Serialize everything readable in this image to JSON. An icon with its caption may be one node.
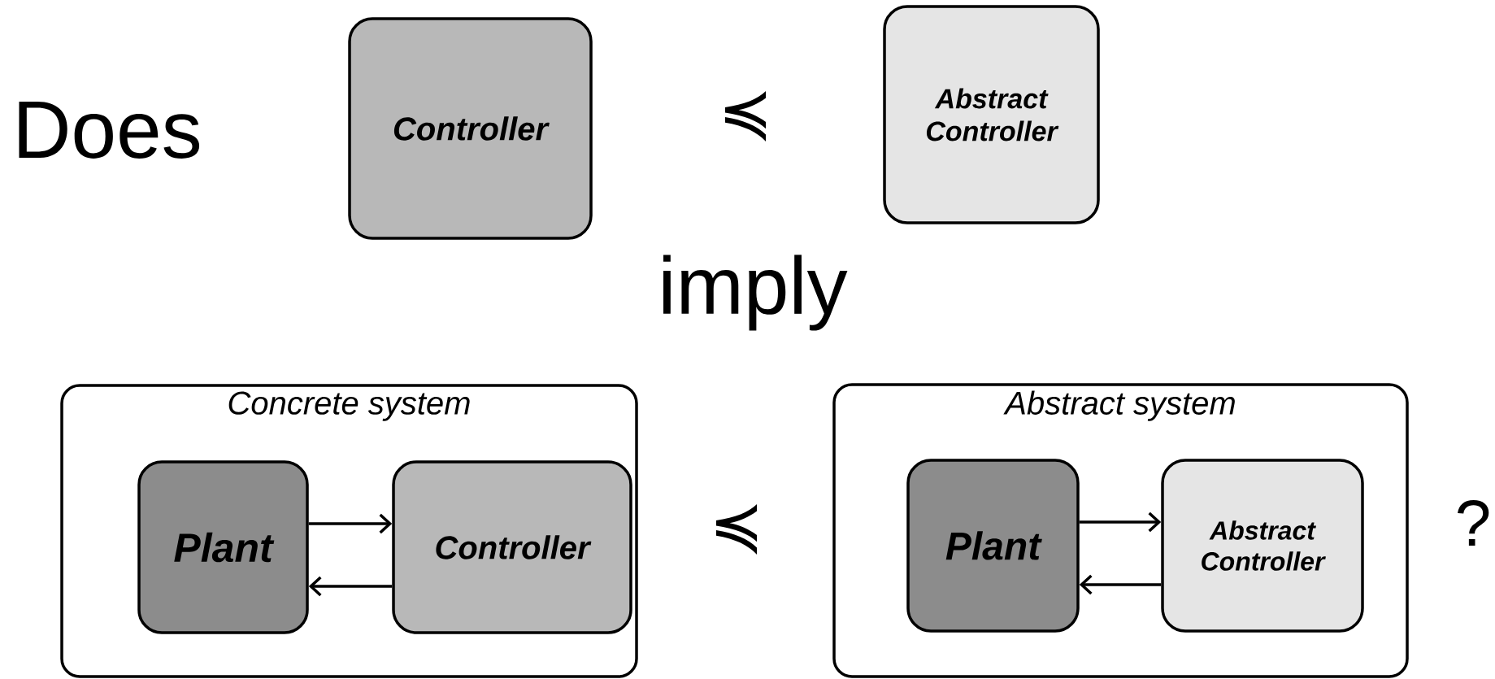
{
  "diagram": {
    "nodes": [
      {
        "text": [
          "Controller"
        ]
      },
      {
        "text": [
          "Abstract Controller"
        ]
      },
      {
        "text": [
          "Concrete system"
        ]
      },
      {
        "text": [
          "Plant"
        ],
        "in": 2
      },
      {
        "text": [
          "Controller"
        ],
        "in": 2
      },
      {
        "text": [
          "Abstract system"
        ]
      },
      {
        "text": [
          "Plant"
        ],
        "in": 5
      },
      {
        "text": [
          "Abstract Controller"
        ],
        "in": 5
      }
    ],
    "edges": [
      {
        "from": 3,
        "to": 4,
        "arrow": "to"
      },
      {
        "from": 4,
        "to": 3,
        "arrow": "to"
      },
      {
        "from": 6,
        "to": 7,
        "arrow": "to"
      },
      {
        "from": 7,
        "to": 6,
        "arrow": "to"
      }
    ],
    "labels": [
      "Does",
      "≼",
      "imply",
      "≼",
      "?"
    ]
  }
}
